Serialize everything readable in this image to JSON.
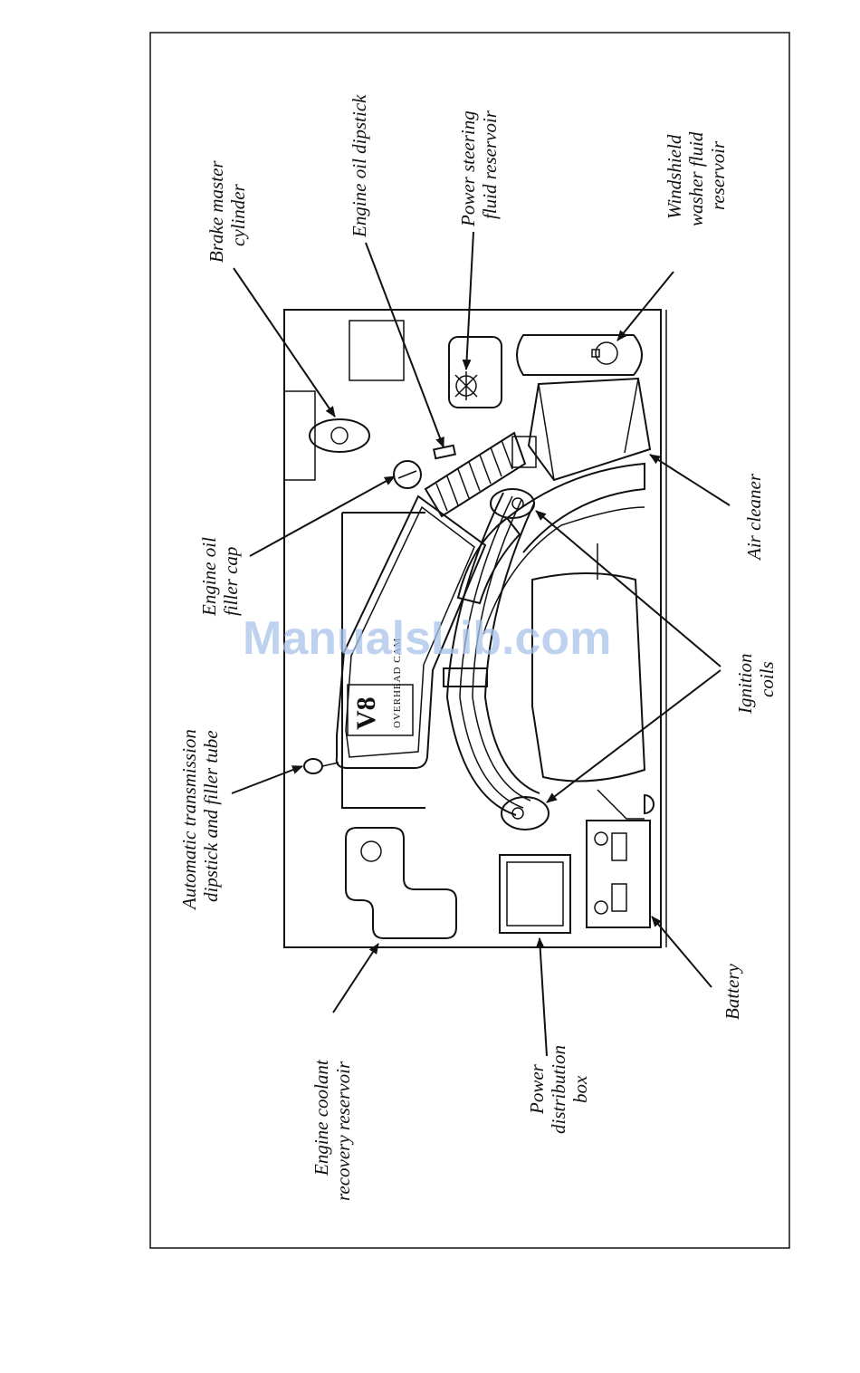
{
  "labels": {
    "brake_master": [
      "Brake master",
      "cylinder"
    ],
    "oil_dipstick": [
      "Engine oil dipstick"
    ],
    "power_steering": [
      "Power steering",
      "fluid reservoir"
    ],
    "washer": [
      "Windshield",
      "washer fluid",
      "reservoir"
    ],
    "oil_filler": [
      "Engine oil",
      "filler cap"
    ],
    "air_cleaner": [
      "Air cleaner"
    ],
    "trans_dipstick": [
      "Automatic transmission",
      "dipstick and filler tube"
    ],
    "ignition": [
      "Ignition",
      "coils"
    ],
    "coolant": [
      "Engine coolant",
      "recovery reservoir"
    ],
    "power_dist": [
      "Power",
      "distribution",
      "box"
    ],
    "battery": [
      "Battery"
    ]
  },
  "engine_badge": {
    "v8": "V8",
    "overhead": "OVERHEAD CAM"
  },
  "watermark": "ManualsLib.com"
}
